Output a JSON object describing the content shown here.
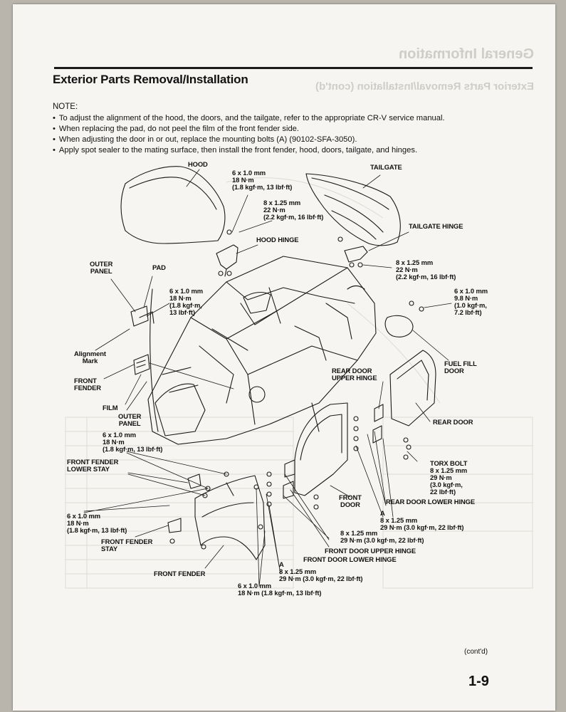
{
  "page": {
    "title": "Exterior Parts Removal/Installation",
    "note_heading": "NOTE:",
    "notes": [
      "To adjust the alignment of the hood, the doors, and the tailgate, refer to the appropriate CR-V service manual.",
      "When replacing the pad, do not peel the film of the front fender side.",
      "When adjusting the door in or out, replace the mounting bolts (A) (90102-SFA-3050).",
      "Apply spot sealer to the mating surface, then install the front fender, hood, doors, tailgate, and hinges."
    ],
    "contd": "(cont'd)",
    "page_number": "1-9"
  },
  "bleed_through": {
    "header": "General Information",
    "subheader": "Exterior Parts Removal/Installation (cont'd)"
  },
  "labels": {
    "hood": "HOOD",
    "hood_bolt_torque": "6 x 1.0 mm\n18 N·m\n(1.8 kgf·m, 13 lbf·ft)",
    "hood_hinge_torque": "8 x 1.25 mm\n22 N·m\n(2.2 kgf·m, 16 lbf·ft)",
    "hood_hinge": "HOOD HINGE",
    "tailgate": "TAILGATE",
    "tailgate_hinge": "TAILGATE HINGE",
    "tailgate_hinge_torque": "8 x 1.25 mm\n22 N·m\n(2.2 kgf·m, 16 lbf·ft)",
    "outer_panel_top": "OUTER\nPANEL",
    "pad": "PAD",
    "pad_torque": "6 x 1.0 mm\n18 N·m\n(1.8 kgf·m,\n13 lbf·ft)",
    "fuel_fill_torque": "6 x 1.0 mm\n9.8 N·m\n(1.0 kgf·m,\n7.2 lbf·ft)",
    "alignment_mark": "Alignment\nMark",
    "front_fender_left": "FRONT\nFENDER",
    "fuel_fill_door": "FUEL FILL\nDOOR",
    "rear_door_upper_hinge": "REAR DOOR\nUPPER HINGE",
    "film": "FILM",
    "outer_panel_bottom": "OUTER\nPANEL",
    "rear_door": "REAR DOOR",
    "stay_torque": "6 x 1.0 mm\n18 N·m\n(1.8 kgf·m, 13 lbf·ft)",
    "front_fender_lower_stay": "FRONT FENDER\nLOWER STAY",
    "torx_bolt": "TORX BOLT\n8 x 1.25 mm\n29 N·m\n(3.0 kgf·m,\n22 lbf·ft)",
    "front_door": "FRONT\nDOOR",
    "rear_door_lower_hinge": "REAR DOOR LOWER HINGE",
    "fender_bolt_torque": "6 x 1.0 mm\n18 N·m\n(1.8 kgf·m, 13 lbf·ft)",
    "rear_hinge_torque": "A\n8 x 1.25 mm\n29 N·m (3.0 kgf·m, 22 lbf·ft)",
    "front_hinge_torque": "8 x 1.25 mm\n29 N·m (3.0 kgf·m, 22 lbf·ft)",
    "front_fender_stay": "FRONT FENDER\nSTAY",
    "front_door_upper_hinge": "FRONT DOOR UPPER HINGE",
    "front_door_lower_hinge": "FRONT DOOR LOWER HINGE",
    "front_fender": "FRONT FENDER",
    "lower_hinge_torque": "A\n8 x 1.25 mm\n29 N·m (3.0 kgf·m, 22 lbf·ft)",
    "bottom_bolt_torque": "6 x 1.0 mm\n18 N·m (1.8 kgf·m, 13 lbf·ft)"
  }
}
